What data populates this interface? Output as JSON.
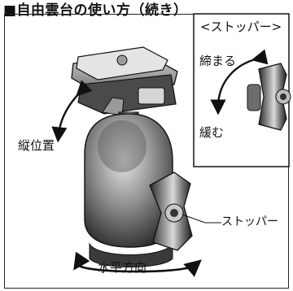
{
  "title": "■自由雲台の使い方（続き）",
  "inset": {
    "heading": "<ストッパー>",
    "tighten": "締まる",
    "loosen": "緩む"
  },
  "labels": {
    "vertical": "縦位置",
    "stopper": "ストッパー",
    "horizontal": "水平方向"
  }
}
